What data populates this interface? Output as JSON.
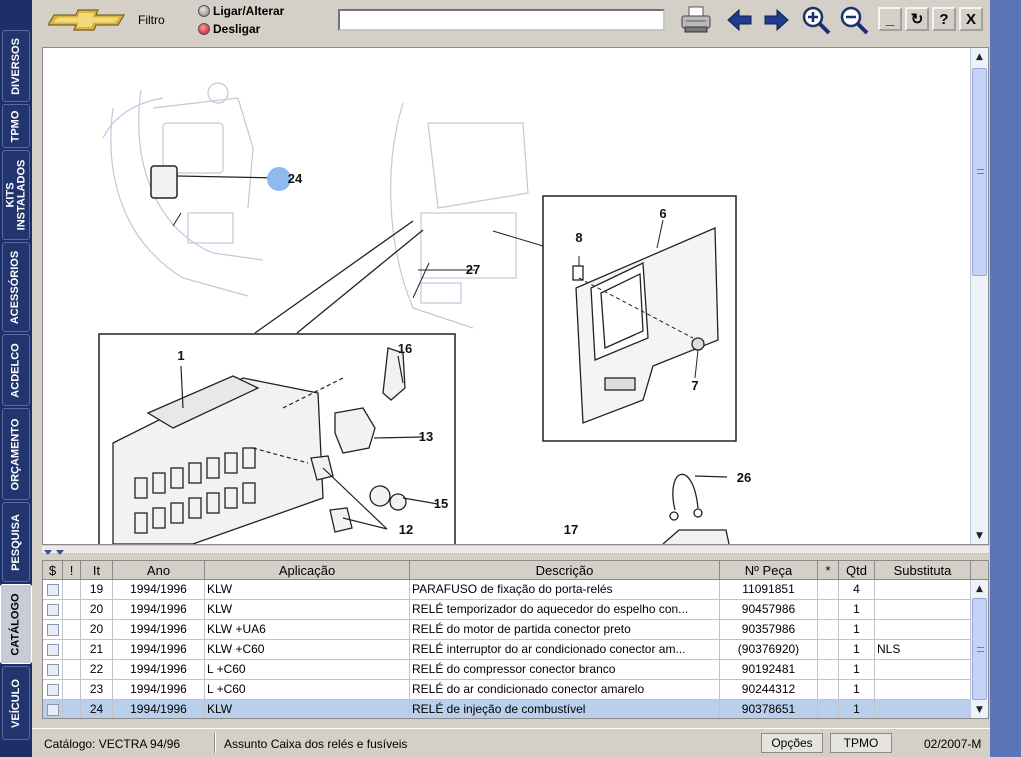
{
  "sidebar": {
    "tabs": [
      {
        "id": "diversos",
        "label": "DIVERSOS"
      },
      {
        "id": "tpmo",
        "label": "TPMO"
      },
      {
        "id": "kits",
        "label": "KITS\nINSTALADOS"
      },
      {
        "id": "acessorios",
        "label": "ACESSÓRIOS"
      },
      {
        "id": "acdelco",
        "label": "ACDELCO"
      },
      {
        "id": "orcamento",
        "label": "ORÇAMENTO"
      },
      {
        "id": "pesquisa",
        "label": "PESQUISA"
      },
      {
        "id": "catalogo",
        "label": "CATÁLOGO"
      },
      {
        "id": "veiculo",
        "label": "VEÍCULO"
      }
    ],
    "active": "catalogo"
  },
  "toolbar": {
    "filter_label": "Filtro",
    "on_label": "Ligar/Alterar",
    "off_label": "Desligar",
    "search_value": "",
    "win_minimize": "_",
    "win_refresh": "↻",
    "win_help": "?",
    "win_close": "X"
  },
  "diagram": {
    "callouts": [
      "24",
      "27",
      "8",
      "6",
      "1",
      "16",
      "13",
      "7",
      "15",
      "12",
      "26",
      "17"
    ],
    "highlighted_callout": "24"
  },
  "table": {
    "columns": [
      "$",
      "!",
      "It",
      "Ano",
      "Aplicação",
      "Descrição",
      "Nº Peça",
      "*",
      "Qtd",
      "Substituta"
    ],
    "rows": [
      {
        "it": "19",
        "ano": "1994/1996",
        "aplicacao": "KLW",
        "descricao": "PARAFUSO de fixação do porta-relés",
        "peca": "11091851",
        "star": "",
        "qtd": "4",
        "substituta": ""
      },
      {
        "it": "20",
        "ano": "1994/1996",
        "aplicacao": "KLW",
        "descricao": "RELÉ temporizador do aquecedor do espelho con...",
        "peca": "90457986",
        "star": "",
        "qtd": "1",
        "substituta": ""
      },
      {
        "it": "20",
        "ano": "1994/1996",
        "aplicacao": "KLW +UA6",
        "descricao": "RELÉ do motor de partida conector preto",
        "peca": "90357986",
        "star": "",
        "qtd": "1",
        "substituta": ""
      },
      {
        "it": "21",
        "ano": "1994/1996",
        "aplicacao": "KLW +C60",
        "descricao": "RELÉ interruptor do ar condicionado conector am...",
        "peca": "(90376920)",
        "star": "",
        "qtd": "1",
        "substituta": "NLS"
      },
      {
        "it": "22",
        "ano": "1994/1996",
        "aplicacao": "L +C60",
        "descricao": "RELÉ do compressor conector branco",
        "peca": "90192481",
        "star": "",
        "qtd": "1",
        "substituta": ""
      },
      {
        "it": "23",
        "ano": "1994/1996",
        "aplicacao": "L +C60",
        "descricao": "RELÉ do ar condicionado conector amarelo",
        "peca": "90244312",
        "star": "",
        "qtd": "1",
        "substituta": ""
      },
      {
        "it": "24",
        "ano": "1994/1996",
        "aplicacao": "KLW",
        "descricao": "RELÉ de injeção de combustível",
        "peca": "90378651",
        "star": "",
        "qtd": "1",
        "substituta": ""
      }
    ],
    "selected_index": 6
  },
  "status": {
    "catalog": "Catálogo: VECTRA 94/96",
    "subject": "Assunto Caixa dos relés e fusíveis",
    "options_label": "Opções",
    "tpmo_label": "TPMO",
    "date": "02/2007-M"
  },
  "colors": {
    "sidebar_bg": "#1d2f66",
    "selected_row": "#b9cfeb",
    "callout_highlight": "#8fbaf0",
    "chrome": "#d4d0c8"
  }
}
